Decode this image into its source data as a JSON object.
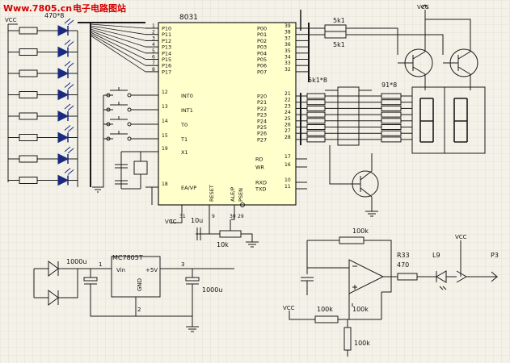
{
  "watermark": {
    "site": "Www.7805.cn",
    "cn": "电子电路图站",
    "color": "#d40000"
  },
  "colors": {
    "wire": "#1a1a1a",
    "led": "#1b2a80",
    "grid": "#d7d3c6",
    "bg": "#f4f2e8",
    "chip": "#ffffcc"
  },
  "labels": {
    "vcc": "VCC",
    "r_led": "470*8",
    "mcu": "8031",
    "p1_pins": [
      "P10",
      "P11",
      "P12",
      "P13",
      "P14",
      "P15",
      "P16",
      "P17"
    ],
    "p1_nums": [
      "1",
      "2",
      "3",
      "4",
      "5",
      "6",
      "7",
      "8"
    ],
    "p0_pins": [
      "P00",
      "P01",
      "P02",
      "P03",
      "P04",
      "P05",
      "P06",
      "P07"
    ],
    "p0_nums": [
      "39",
      "38",
      "37",
      "36",
      "35",
      "34",
      "33",
      "32"
    ],
    "p2_pins": [
      "P20",
      "P21",
      "P22",
      "P23",
      "P24",
      "P25",
      "P26",
      "P27"
    ],
    "p2_nums": [
      "21",
      "22",
      "23",
      "24",
      "25",
      "26",
      "27",
      "28"
    ],
    "left_pins": [
      "INT0",
      "INT1",
      "T0",
      "T1",
      "X1",
      "EA/VP"
    ],
    "left_nums": [
      "12",
      "13",
      "14",
      "15",
      "19",
      "18"
    ],
    "right_low_pins": [
      "RD",
      "WR",
      "RXD",
      "TXD"
    ],
    "right_low_nums": [
      "17",
      "16",
      "10",
      "11"
    ],
    "bottom_pins": [
      "RESET",
      "ALE/P",
      "PSEN"
    ],
    "bottom_nums": [
      "9",
      "30",
      "29"
    ],
    "pin31": "31",
    "r_5k1_a": "5k1",
    "r_5k1_b": "5k1",
    "r_5k1x8": "5k1*8",
    "r_91x8": "91*8",
    "c_10u": "10u",
    "r_10k": "10k",
    "reg": "MC7805T",
    "reg_vin": "Vin",
    "reg_gnd": "GND",
    "reg_out": "+5V",
    "reg_p1": "1",
    "reg_p2": "2",
    "reg_p3": "3",
    "c_1000u_a": "1000u",
    "c_1000u_b": "1000u",
    "r_100k_top": "100k",
    "r_100k_left": "100k",
    "r_100k_right": "100k",
    "r_100k_bottom": "100k",
    "r33": "R33",
    "r33_val": "470",
    "l9": "L9",
    "p3": "P3"
  }
}
